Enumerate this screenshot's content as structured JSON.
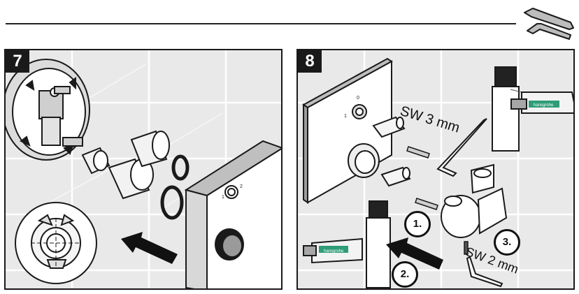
{
  "header": {
    "tool_icon": "wrench-screwdriver-icon"
  },
  "step7": {
    "number": "7"
  },
  "step8": {
    "number": "8",
    "wrench_label_top": "SW 3 mm",
    "wrench_label_bottom": "SW 2 mm",
    "steps": [
      "1.",
      "2.",
      "3."
    ],
    "grease_brand": "hansgrohe"
  },
  "colors": {
    "tile": "#e9e9e9",
    "grease_green": "#2e9c78",
    "outline": "#1a1a1a"
  }
}
